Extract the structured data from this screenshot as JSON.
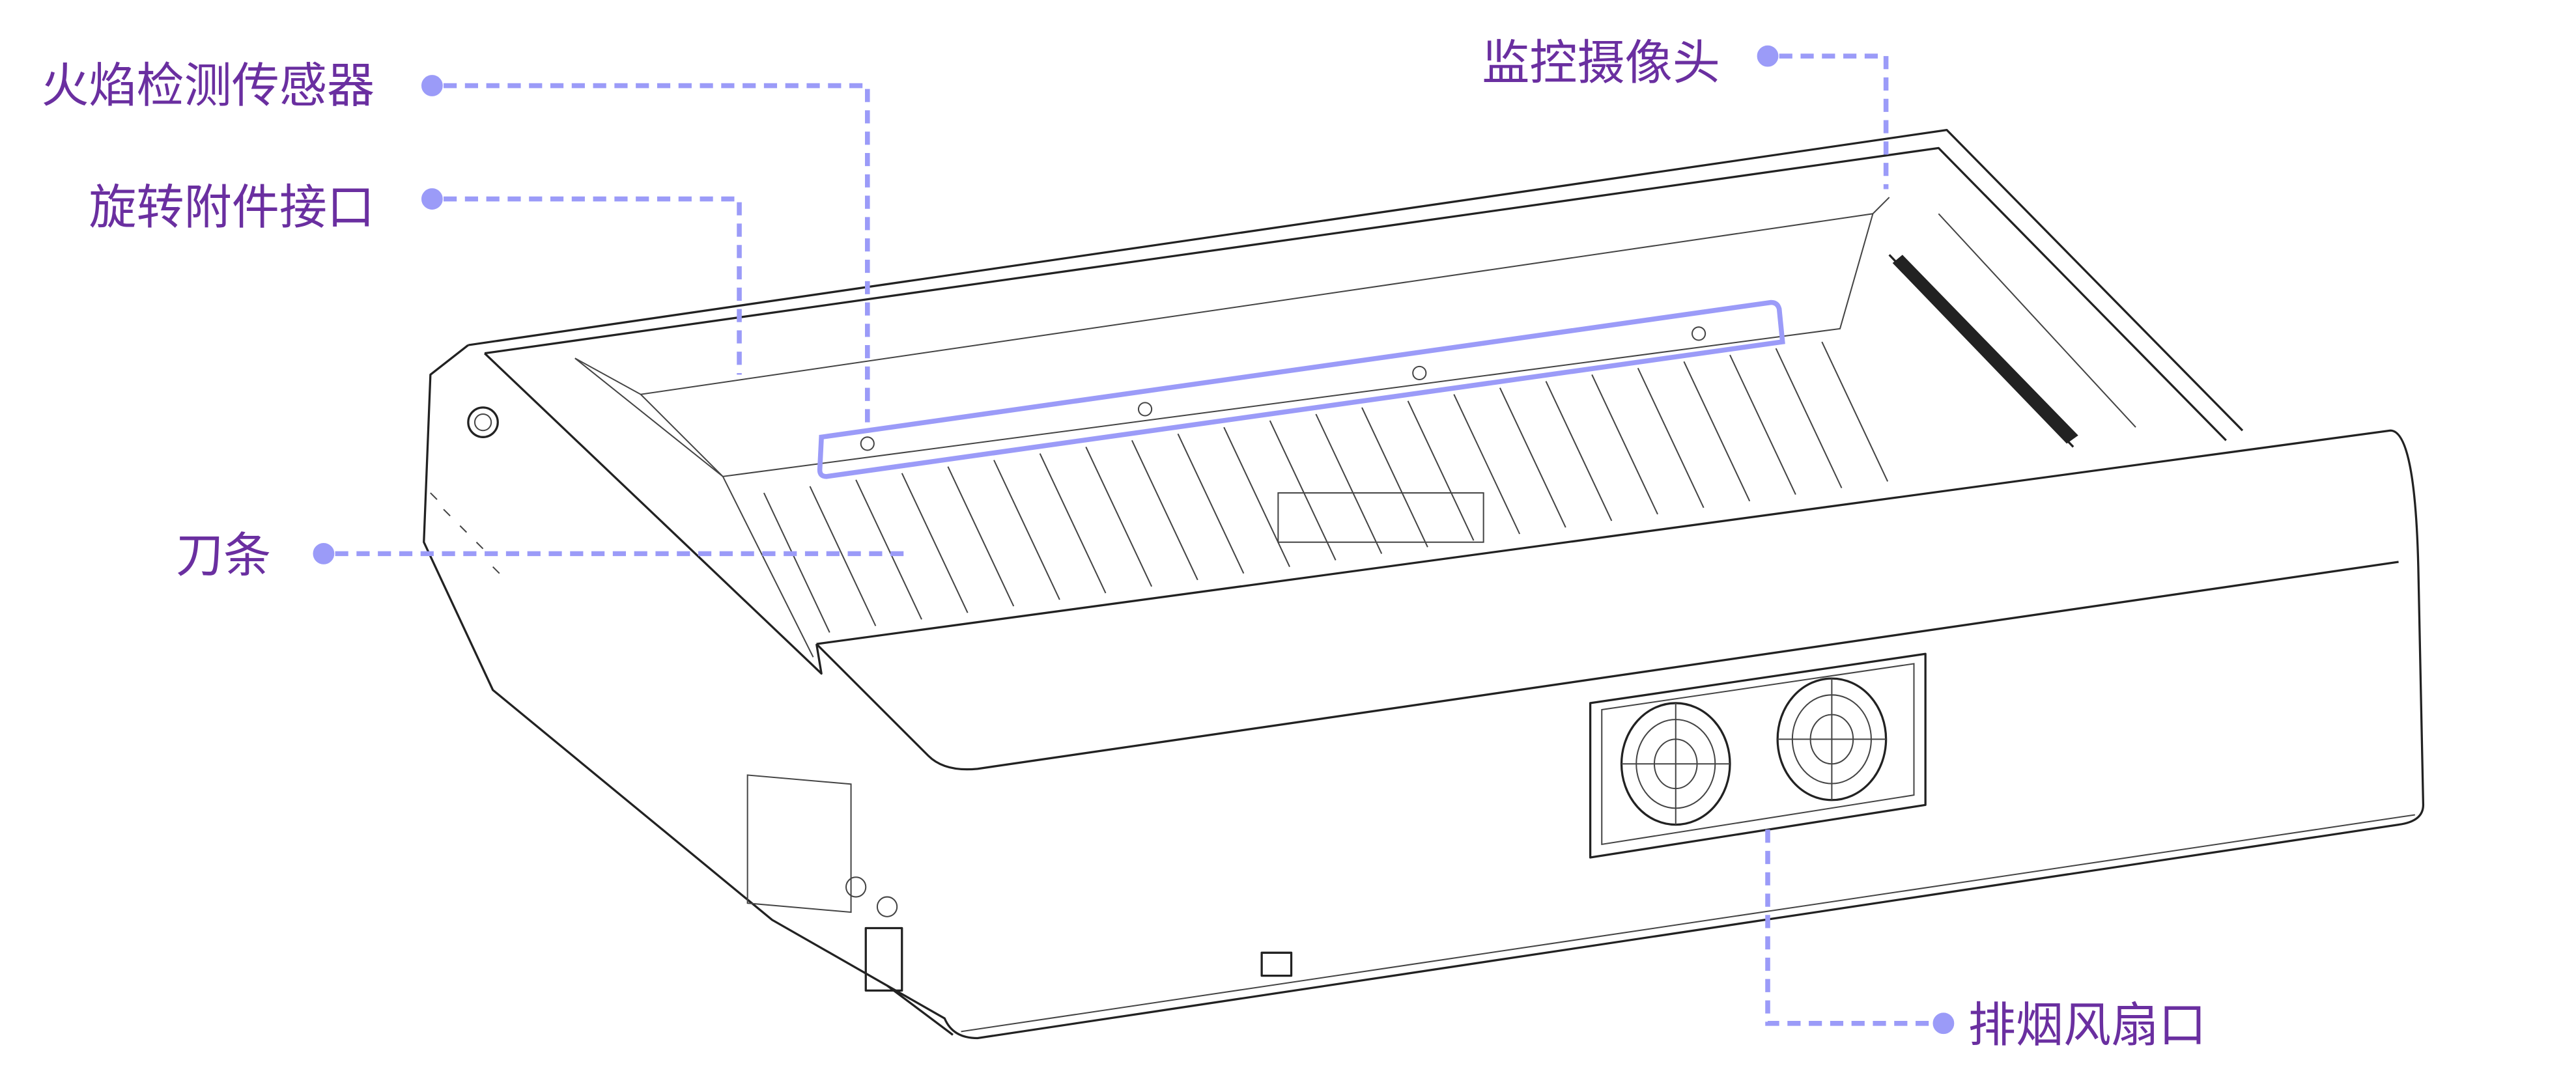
{
  "colors": {
    "label": "#6a2fa0",
    "leader": "#9b9bf8",
    "outline": "#222222"
  },
  "callouts": [
    {
      "id": "flame-sensor",
      "label": "火焰检测传感器"
    },
    {
      "id": "rotary-port",
      "label": "旋转附件接口"
    },
    {
      "id": "camera",
      "label": "监控摄像头"
    },
    {
      "id": "blade-strips",
      "label": "刀条"
    },
    {
      "id": "exhaust-fan",
      "label": "排烟风扇口"
    }
  ]
}
